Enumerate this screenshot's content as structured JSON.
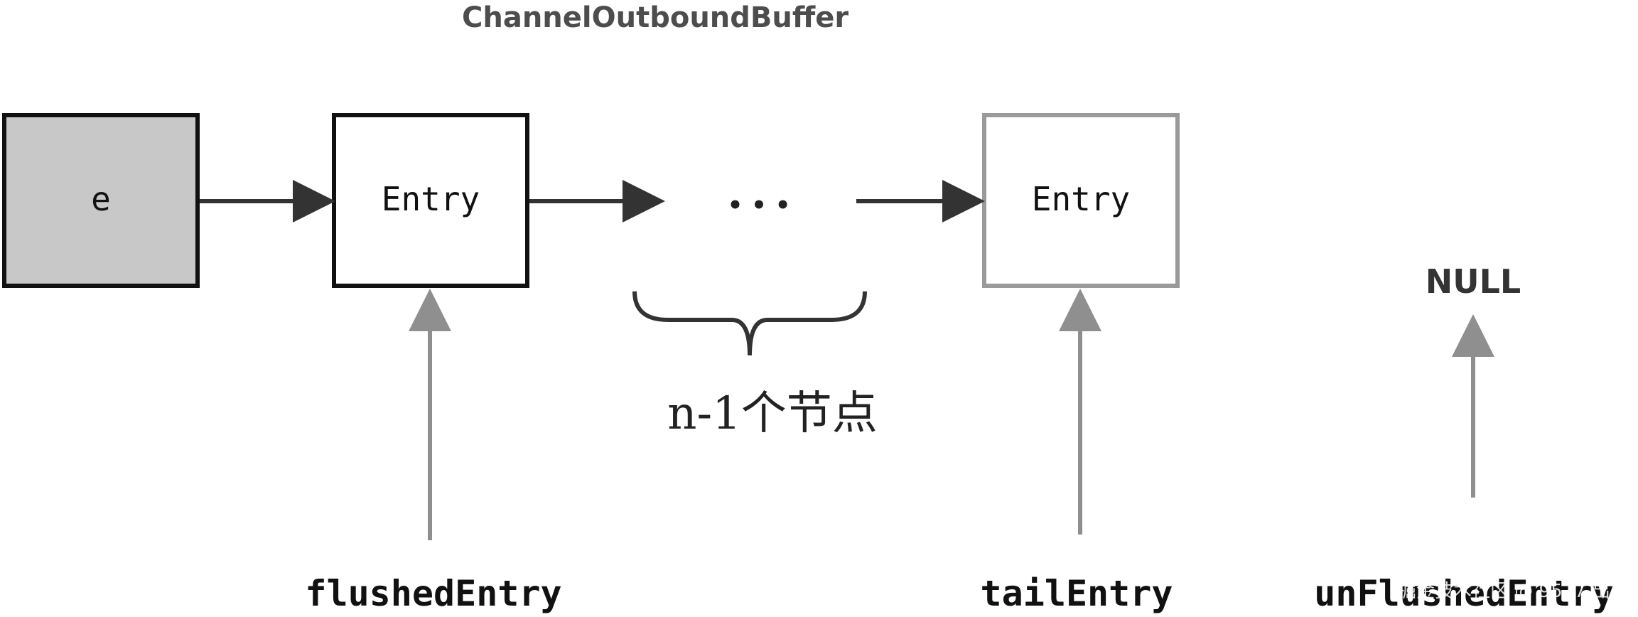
{
  "diagram": {
    "title": "ChannelOutboundBuffer",
    "nodes": [
      {
        "id": "node-e",
        "label": "e",
        "fill": "#c8c8c8",
        "stroke": "#111111"
      },
      {
        "id": "node-entry-first",
        "label": "Entry",
        "fill": "#ffffff",
        "stroke": "#111111"
      },
      {
        "id": "node-entry-tail",
        "label": "Entry",
        "fill": "#ffffff",
        "stroke": "#9a9a9a"
      }
    ],
    "ellipsis": "• • •",
    "brace_label": "n-1个节点",
    "pointers": [
      {
        "id": "flushed",
        "label": "flushedEntry"
      },
      {
        "id": "tail",
        "label": "tailEntry"
      },
      {
        "id": "unflushed",
        "label": "unFlushedEntry"
      }
    ],
    "null_label": "NULL",
    "watermark": "掘金技术社区 @ 9527 出列",
    "colors": {
      "arrow_dark": "#333333",
      "arrow_gray": "#8f8f8f",
      "node_gray_fill": "#c8c8c8",
      "tail_border": "#9a9a9a"
    }
  }
}
